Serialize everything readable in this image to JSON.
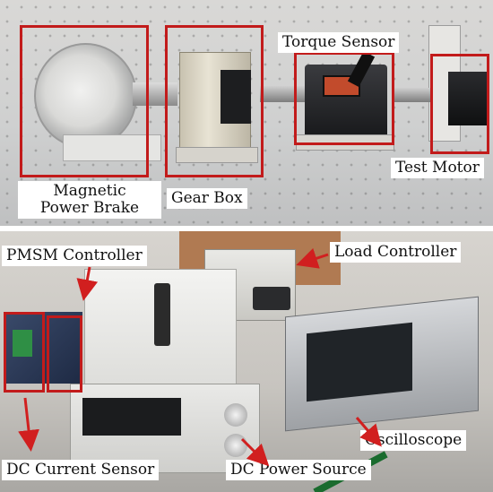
{
  "figure": {
    "labels": {
      "torque_sensor": "Torque Sensor",
      "magnetic_line1": "Magnetic",
      "magnetic_line2": "Power Brake",
      "gear_box": "Gear Box",
      "test_motor": "Test Motor",
      "pmsm_controller": "PMSM Controller",
      "load_controller": "Load Controller",
      "oscilloscope": "Oscilloscope",
      "dc_current_sensor": "DC Current Sensor",
      "dc_power_source": "DC Power Source"
    },
    "colors": {
      "highlight": "#c21b1b",
      "label_bg": "#ffffff"
    }
  }
}
